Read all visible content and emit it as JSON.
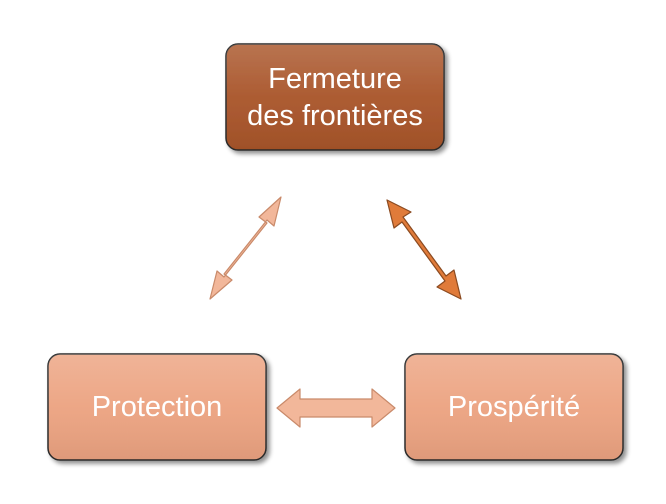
{
  "nodes": {
    "top": {
      "line1": "Fermeture",
      "line2": "des frontières",
      "color": "#a9552a"
    },
    "left": {
      "label": "Protection",
      "color": "#eca381"
    },
    "right": {
      "label": "Prospérité",
      "color": "#eca381"
    }
  },
  "arrows": {
    "top_left": {
      "color": "#f2b79a"
    },
    "top_right": {
      "color": "#e07b3a"
    },
    "left_right": {
      "color": "#f2b79a"
    }
  }
}
